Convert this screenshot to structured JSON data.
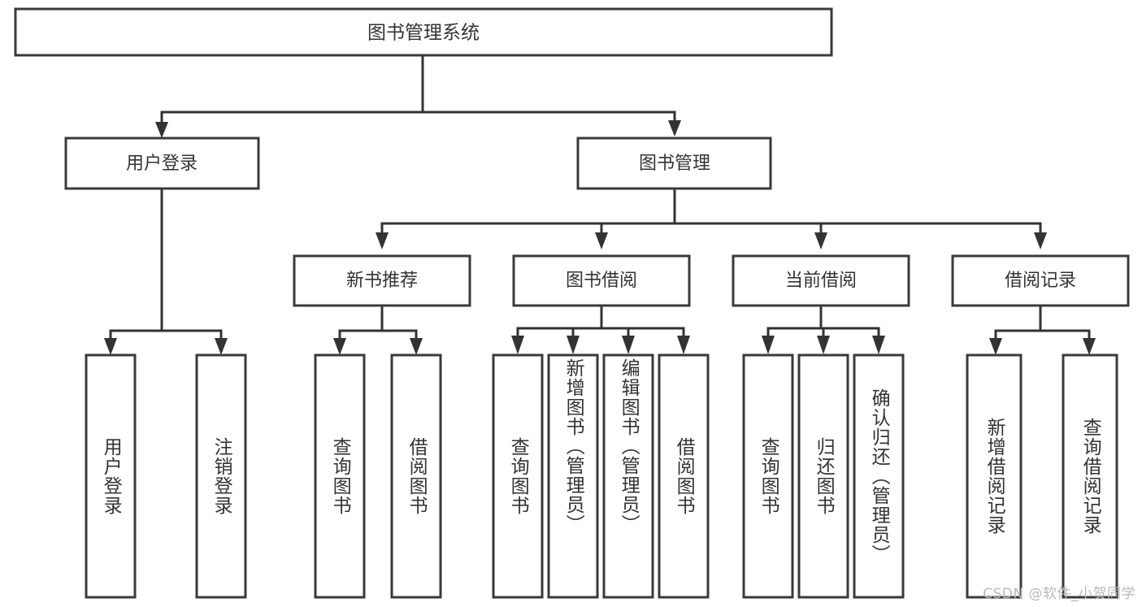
{
  "diagram": {
    "title": "图书管理系统",
    "watermark": "CSDN @软件_小贺同学",
    "colors": {
      "box_stroke": "#3a3a3a",
      "line": "#333333",
      "text": "#333333",
      "background": "#ffffff",
      "watermark": "#b9b9b9"
    },
    "root": {
      "label": "图书管理系统"
    },
    "level2": [
      {
        "id": "user-login",
        "label": "用户登录"
      },
      {
        "id": "book-management",
        "label": "图书管理"
      }
    ],
    "level3": [
      {
        "id": "new-book-recommend",
        "label": "新书推荐",
        "parent": "book-management"
      },
      {
        "id": "book-borrow",
        "label": "图书借阅",
        "parent": "book-management"
      },
      {
        "id": "current-borrow",
        "label": "当前借阅",
        "parent": "book-management"
      },
      {
        "id": "borrow-record",
        "label": "借阅记录",
        "parent": "book-management"
      }
    ],
    "leaves": {
      "user_login": [
        {
          "id": "leaf-user-login",
          "label": "用户登录"
        },
        {
          "id": "leaf-logout-login",
          "label": "注销登录"
        }
      ],
      "new_book_recommend": [
        {
          "id": "leaf-query-book-1",
          "label": "查询图书"
        },
        {
          "id": "leaf-borrow-book-1",
          "label": "借阅图书"
        }
      ],
      "book_borrow": [
        {
          "id": "leaf-query-book-2",
          "label": "查询图书"
        },
        {
          "id": "leaf-add-book",
          "label": "新增图书（管理员）"
        },
        {
          "id": "leaf-edit-book",
          "label": "编辑图书（管理员）"
        },
        {
          "id": "leaf-borrow-book-2",
          "label": "借阅图书"
        }
      ],
      "current_borrow": [
        {
          "id": "leaf-query-book-3",
          "label": "查询图书"
        },
        {
          "id": "leaf-return-book",
          "label": "归还图书"
        },
        {
          "id": "leaf-confirm-return",
          "label": "确认归还（管理员）"
        }
      ],
      "borrow_record": [
        {
          "id": "leaf-add-record",
          "label": "新增借阅记录"
        },
        {
          "id": "leaf-query-record",
          "label": "查询借阅记录"
        }
      ]
    }
  }
}
